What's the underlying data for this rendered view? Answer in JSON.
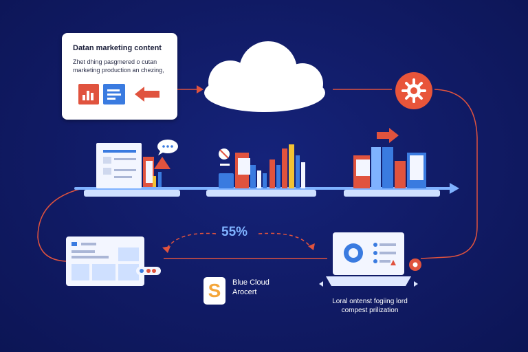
{
  "marketing_card": {
    "title": "Datan marketing content",
    "body": "Zhet dhing pasgmered o cutan marketing production an chezing,"
  },
  "progress": {
    "label": "55%",
    "value": 55
  },
  "brand": {
    "logo_letter": "S",
    "line1": "Blue Cloud",
    "line2": "Arocert"
  },
  "caption": {
    "line1": "Loral ontenst fogiing lord",
    "line2": "compest prilization"
  },
  "colors": {
    "background": "#101a63",
    "connector": "#e0533e",
    "accent_blue": "#3a7be0",
    "accent_red": "#e0533e",
    "accent_orange": "#f4a63a",
    "accent_yellow": "#f2c233",
    "cloud": "#ffffff",
    "gear": "#e8553a"
  },
  "icons": [
    "cloud-icon",
    "gear-icon",
    "arrow-right-icon",
    "chat-bubble-icon",
    "laptop-icon",
    "browser-window-icon",
    "bar-chart-icon"
  ]
}
